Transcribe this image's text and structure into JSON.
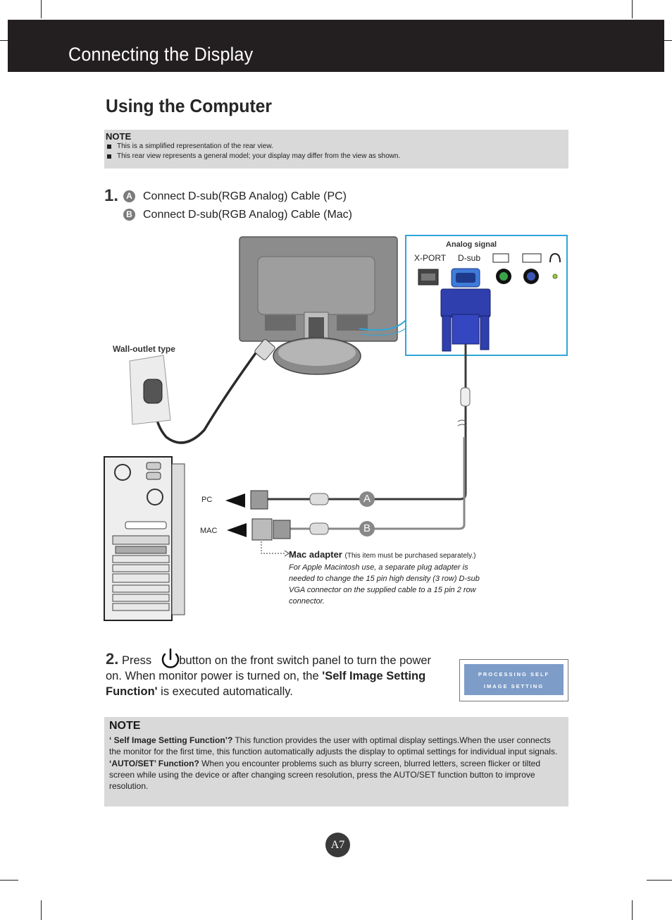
{
  "header": {
    "title": "Connecting the Display"
  },
  "section_title": "Using the Computer",
  "note_top": {
    "label": "NOTE",
    "items": [
      "This is a simplified representation of the rear view.",
      "This rear view represents a general model; your display may differ from the view as shown."
    ]
  },
  "step1": {
    "number": "1.",
    "items": [
      {
        "badge": "A",
        "text": "Connect D-sub(RGB Analog) Cable (PC)"
      },
      {
        "badge": "B",
        "text": "Connect D-sub(RGB Analog) Cable (Mac)"
      }
    ]
  },
  "diagram": {
    "analog_signal": "Analog signal",
    "port_xport": "X-PORT",
    "port_dsub": "D-sub",
    "wall_outlet": "Wall-outlet type",
    "pc_label": "PC",
    "mac_label": "MAC",
    "badge_a": "A",
    "badge_b": "B",
    "mac_adapter_title": "Mac adapter",
    "mac_adapter_note": "(This item must be purchased separately.)",
    "mac_adapter_body": "For Apple Macintosh use, a  separate plug adapter is needed to change the 15 pin high density (3 row) D-sub VGA connector on the supplied cable to a 15 pin  2 row connector."
  },
  "step2": {
    "number": "2.",
    "text_a": "Press",
    "text_b": "button on the front switch panel to turn the power on. When monitor power is turned on, the",
    "bold": "'Self Image Setting Function'",
    "text_c": "is executed automatically."
  },
  "osd": {
    "line1": "PROCESSING SELF",
    "line2": "IMAGE SETTING"
  },
  "note_bottom": {
    "label": "NOTE",
    "p1_bold": "‘ Self Image Setting Function’?",
    "p1": "This function provides the user with optimal display settings.When the user connects the monitor for the first time, this function automatically adjusts the display to optimal settings for individual input signals.",
    "p2_bold": "‘AUTO/SET’ Function?",
    "p2": "When you encounter problems such as blurry screen, blurred letters, screen flicker or tilted screen while using the device or after changing screen resolution, press the AUTO/SET function button to improve resolution."
  },
  "page_number": "A7",
  "colors": {
    "header_bg": "#231f20",
    "note_bg": "#d9d9da",
    "vga_blue": "#2f3fae",
    "osd_blue": "#7d9cc8"
  }
}
